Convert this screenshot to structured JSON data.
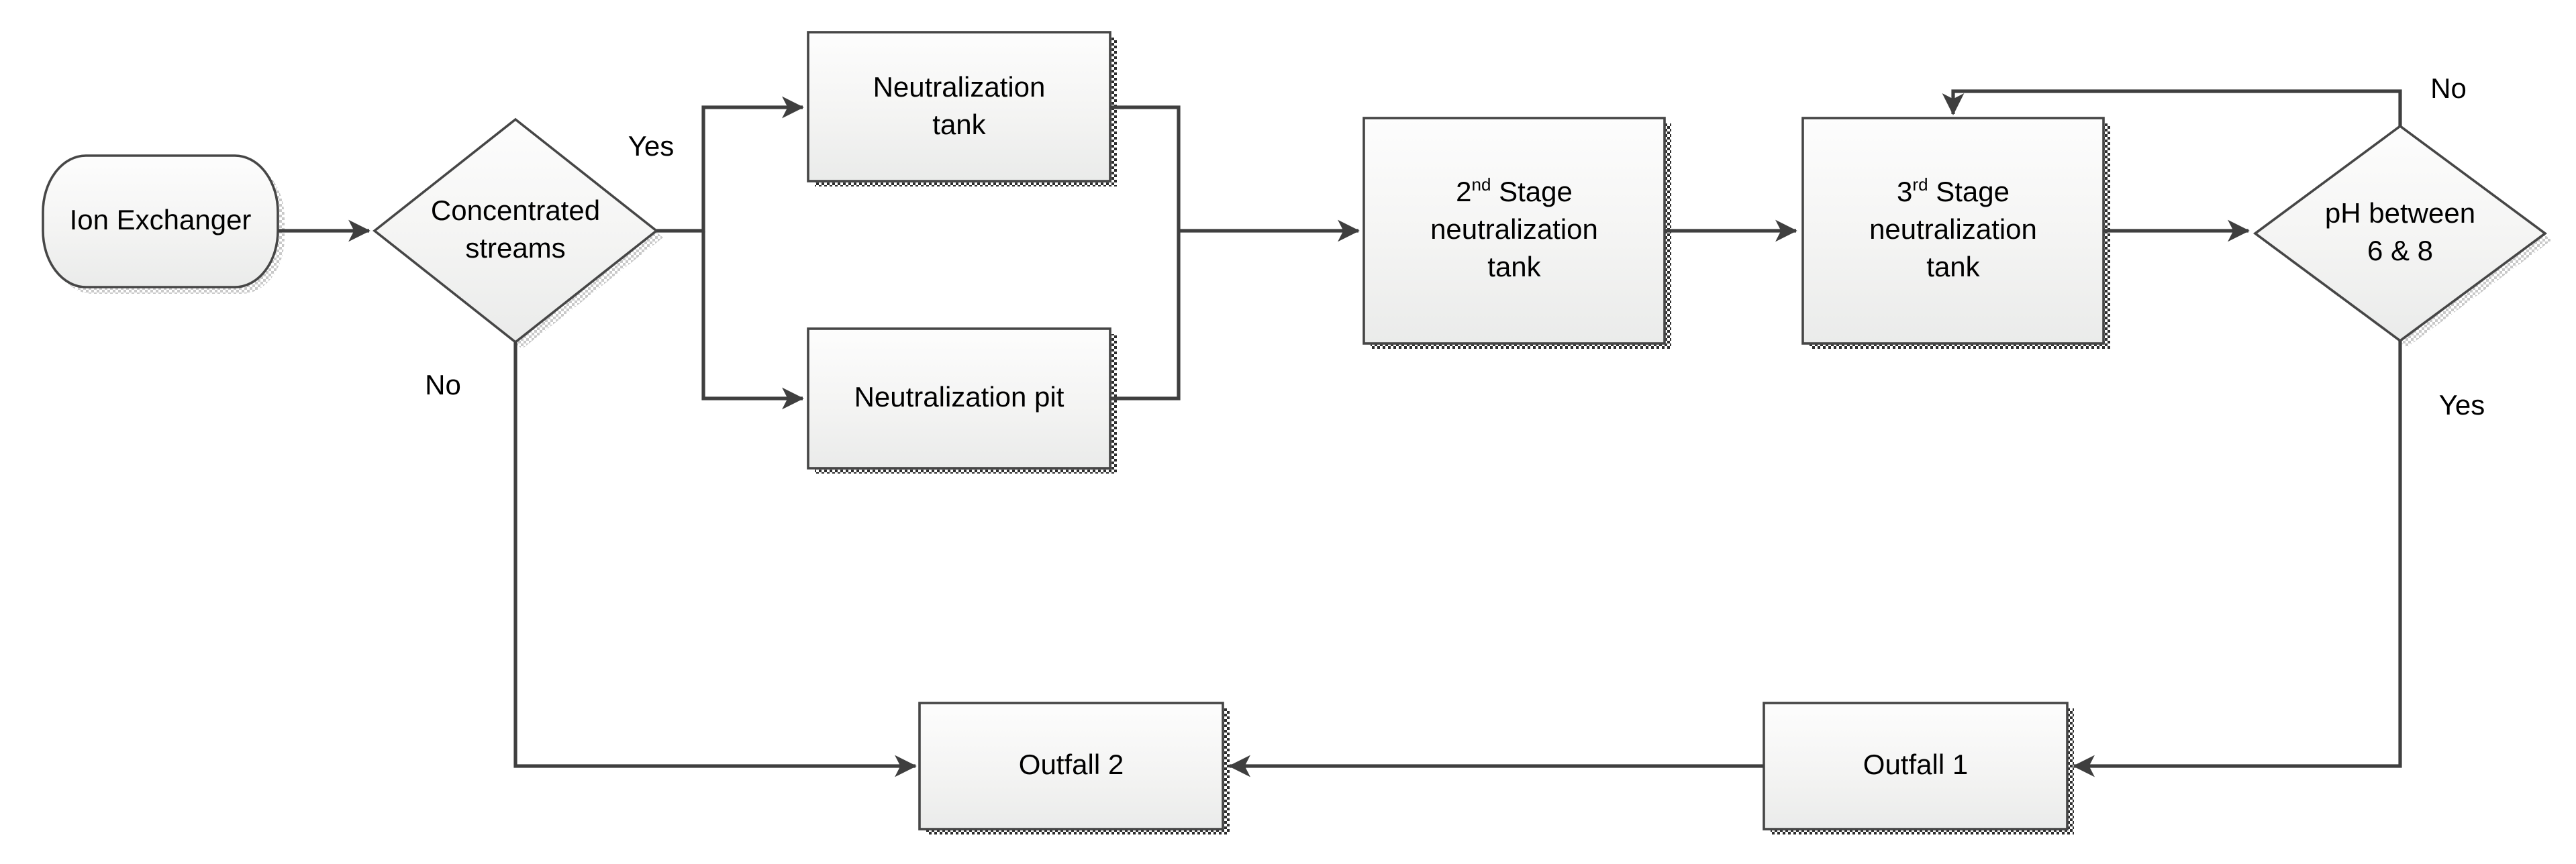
{
  "nodes": {
    "ion_exchanger": {
      "label": "Ion Exchanger"
    },
    "concentrated_streams": {
      "line1": "Concentrated",
      "line2": "streams"
    },
    "neutralization_tank": {
      "line1": "Neutralization",
      "line2": "tank"
    },
    "neutralization_pit": {
      "label": "Neutralization pit"
    },
    "stage2_tank": {
      "num": "2",
      "sup": "nd",
      "stage": " Stage",
      "line2": "neutralization",
      "line3": "tank"
    },
    "stage3_tank": {
      "num": "3",
      "sup": "rd",
      "stage": " Stage",
      "line2": "neutralization",
      "line3": "tank"
    },
    "ph_check": {
      "line1": "pH between",
      "line2": "6 & 8"
    },
    "outfall_1": {
      "label": "Outfall 1"
    },
    "outfall_2": {
      "label": "Outfall 2"
    }
  },
  "edge_labels": {
    "concentrated_yes": "Yes",
    "concentrated_no": "No",
    "ph_no": "No",
    "ph_yes": "Yes"
  },
  "colors": {
    "background": "#ffffff",
    "connector": "#3f3f3f",
    "node_border": "#464646",
    "node_fill_top": "#fdfdfd",
    "node_fill_bottom": "#eaebea",
    "text": "#000000",
    "shadow_dark": "#2e2e2e",
    "shadow_light": "#c9c9c9"
  }
}
